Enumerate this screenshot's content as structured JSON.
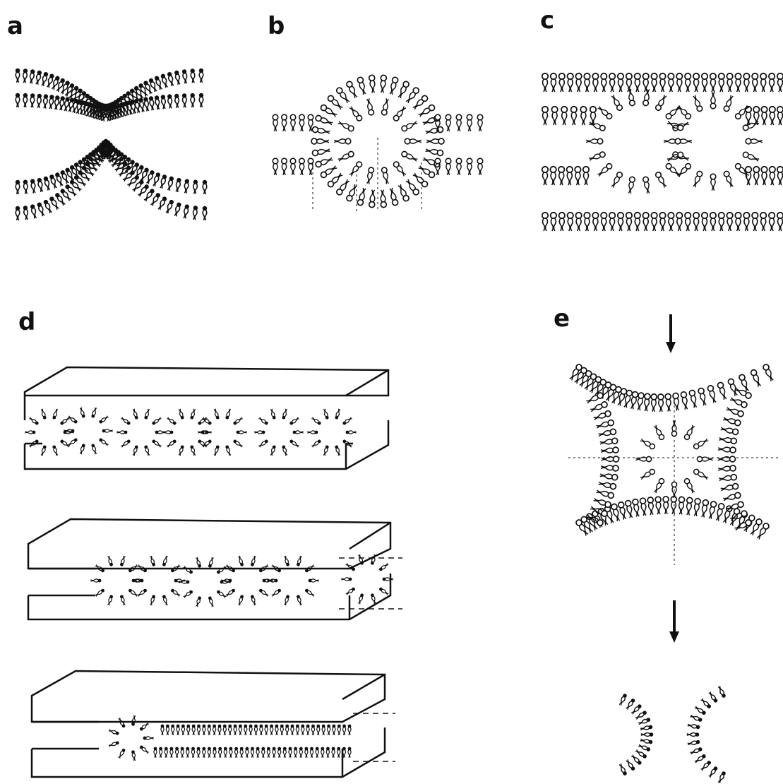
{
  "panels": {
    "a": {
      "label": "a"
    },
    "b": {
      "label": "b"
    },
    "c": {
      "label": "c"
    },
    "d": {
      "label": "d"
    },
    "e": {
      "label": "e"
    }
  },
  "colors": {
    "ink": "#111111",
    "background": "#ffffff"
  }
}
